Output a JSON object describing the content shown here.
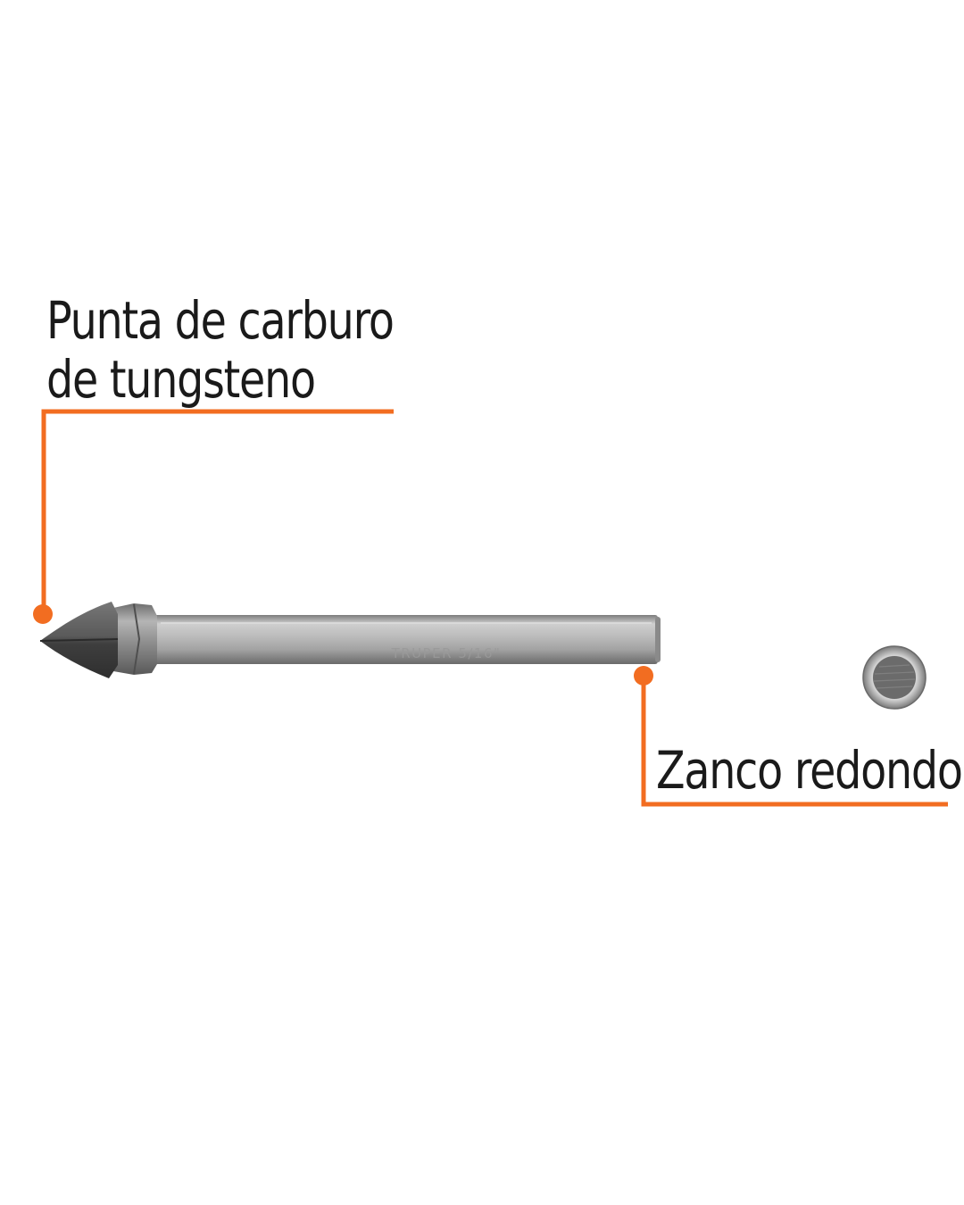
{
  "callouts": {
    "tip": {
      "line1": "Punta de carburo",
      "line2": "de tungsteno"
    },
    "shank": {
      "label": "Zanco redondo"
    }
  },
  "product": {
    "engraving": "TRUPER 5/16\""
  },
  "colors": {
    "accent": "#f26d21",
    "text": "#1a1a1a",
    "steel_light": "#c9c9c9",
    "steel_mid": "#9a9a9a",
    "steel_dark": "#5a5a5a",
    "carbide": "#4a4a4a"
  }
}
